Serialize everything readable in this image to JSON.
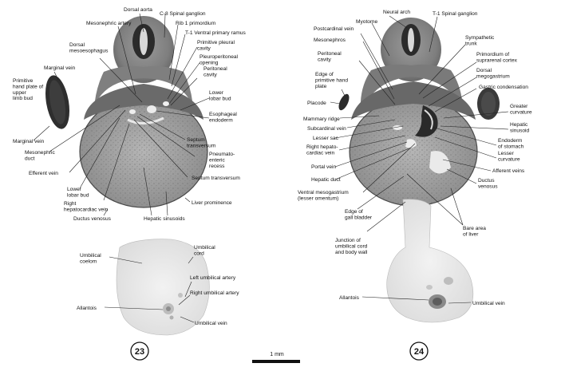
{
  "panel_23": {
    "number": "23",
    "labels": {
      "dorsal_aorta": "Dorsal aorta",
      "mesonephric_artery": "Mesonephric artery",
      "c8_spinal_ganglion": "C-8 Spinal ganglion",
      "rib1_primordium": "Rib 1 primordium",
      "t1_ventral_primary_ramus": "T-1 Ventral primary ramus",
      "dorsal_mesoesophagus": "Dorsal\nmesoesophagus",
      "primitive_pleural_cavity": "Primitive pleural\ncavity",
      "pleuroperitoneal_opening": "Pleuroperitoneal\nopening",
      "marginal_vein_top": "Marginal vein",
      "primitive_hand_plate": "Primitive\nhand plate of\nupper\nlimb bud",
      "peritoneal_cavity": "Peritoneal\ncavity",
      "lower_lobar_bud_right": "Lower\nlobar bud",
      "esophageal_endoderm": "Esophageal\nendoderm",
      "marginal_vein_bottom": "Marginal vein",
      "mesonephric_duct": "Mesonephric\nduct",
      "septum_transversum_1": "Septum\ntransversum",
      "pneumatoenteric_recess": "Pneumato-\nenteric\nrecess",
      "efferent_vein": "Efferent vein",
      "septum_transversum_2": "Septum transversum",
      "lower_lobar_bud_left": "Lower\nlobar bud",
      "right_hepatocardiac_vein": "Right\nhepatocardiac vein",
      "liver_prominence": "Liver prominence",
      "ductus_venosus": "Ductus venosus",
      "hepatic_sinusoids": "Hepatic sinusoids",
      "umbilical_coelom": "Umbilical\ncoelom",
      "umbilical_cord": "Umbilical\ncord",
      "left_umbilical_artery": "Left umbilical artery",
      "right_umbilical_artery": "Right umbilical artery",
      "allantois": "Allantois",
      "umbilical_vein": "Umbilical vein"
    }
  },
  "panel_24": {
    "number": "24",
    "labels": {
      "neural_arch": "Neural arch",
      "myotome": "Myotome",
      "t1_spinal_ganglion": "T-1 Spinal ganglion",
      "postcardinal_vein": "Postcardinal vein",
      "mesonephros": "Mesonephros",
      "sympathetic_trunk": "Sympathetic\ntrunk",
      "peritoneal_cavity": "Peritoneal\ncavity",
      "primordium_suprarenal": "Primordium of\nsuprarenal cortex",
      "edge_primitive_hand_plate": "Edge of\nprimitive hand\nplate",
      "dorsal_megogastrium": "Dorsal\nmegogastrium",
      "gastric_condensation": "Gastric condensation",
      "placode": "Placode",
      "mammary_ridge": "Mammary ridge",
      "greater_curvature": "Greater\ncurvature",
      "subcardinal_vein": "Subcardinal vein",
      "hepatic_sinusoid": "Hepatic\nsinusoid",
      "lesser_sac": "Lesser sac",
      "endoderm_stomach": "Endoderm\nof stomach",
      "right_hepatocardiac_vein": "Right hepato-\ncardiac vein",
      "lesser_curvature": "Lesser\ncurvature",
      "portal_vein": "Portal vein",
      "afferent_veins": "Afferent veins",
      "hepatic_duct": "Hepatic duct",
      "ductus_venosus": "Ductus\nvenosus",
      "ventral_mesogastrium": "Ventral mesogastrium\n(lesser omentum)",
      "edge_gall_bladder": "Edge of\ngall bladder",
      "bare_area_liver": "Bare area\nof liver",
      "junction_umbilical": "Junction of\numbilical cord\nand body wall",
      "allantois": "Allantois",
      "umbilical_vein": "Umbilical vein"
    }
  },
  "scale_bar": {
    "label": "1 mm"
  }
}
